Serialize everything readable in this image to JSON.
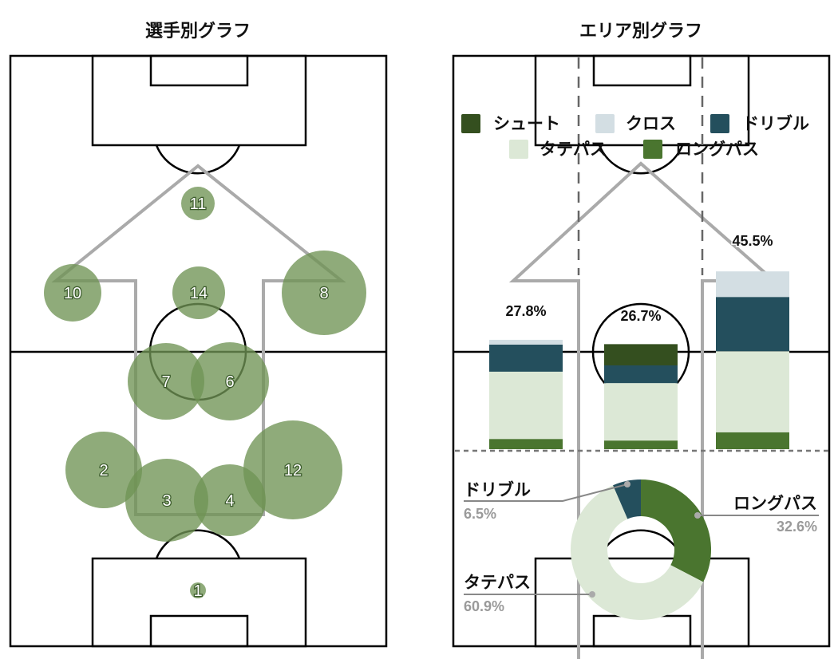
{
  "colors": {
    "shoot": "#344f1f",
    "cross": "#d3dee3",
    "dribble": "#244f5d",
    "tatepass": "#dce8d6",
    "longpass": "#4a752f",
    "bubble": "#6f9455"
  },
  "chart_data": [
    {
      "type": "scatter",
      "title": "選手別グラフ",
      "players": [
        {
          "label": "11",
          "size": 21
        },
        {
          "label": "10",
          "size": 36
        },
        {
          "label": "14",
          "size": 33
        },
        {
          "label": "8",
          "size": 53
        },
        {
          "label": "7",
          "size": 48
        },
        {
          "label": "6",
          "size": 49
        },
        {
          "label": "2",
          "size": 48
        },
        {
          "label": "3",
          "size": 52
        },
        {
          "label": "4",
          "size": 45
        },
        {
          "label": "12",
          "size": 62
        },
        {
          "label": "1",
          "size": 10
        }
      ]
    },
    {
      "type": "bar",
      "title": "エリア別グラフ",
      "legend": [
        "シュート",
        "クロス",
        "ドリブル",
        "タテパス",
        "ロングパス"
      ],
      "legend_keys": [
        "shoot",
        "cross",
        "dribble",
        "tatepass",
        "longpass"
      ],
      "categories": [
        "left",
        "center",
        "right"
      ],
      "totals": [
        "27.8%",
        "26.7%",
        "45.5%"
      ],
      "total_values": [
        27.8,
        26.7,
        45.5
      ],
      "series": [
        {
          "name": "ロングパス",
          "key": "longpass",
          "values": [
            2.6,
            2.2,
            4.3
          ]
        },
        {
          "name": "タテパス",
          "key": "tatepass",
          "values": [
            17.1,
            14.6,
            20.6
          ]
        },
        {
          "name": "ドリブル",
          "key": "dribble",
          "values": [
            6.9,
            4.5,
            13.8
          ]
        },
        {
          "name": "クロス",
          "key": "cross",
          "values": [
            1.2,
            0,
            6.5
          ]
        },
        {
          "name": "シュート",
          "key": "shoot",
          "values": [
            0,
            5.4,
            0
          ]
        }
      ]
    },
    {
      "type": "pie",
      "slices": [
        {
          "name": "ロングパス",
          "key": "longpass",
          "value": 32.6,
          "label": "32.6%"
        },
        {
          "name": "タテパス",
          "key": "tatepass",
          "value": 60.9,
          "label": "60.9%"
        },
        {
          "name": "ドリブル",
          "key": "dribble",
          "value": 6.5,
          "label": "6.5%"
        }
      ]
    }
  ]
}
